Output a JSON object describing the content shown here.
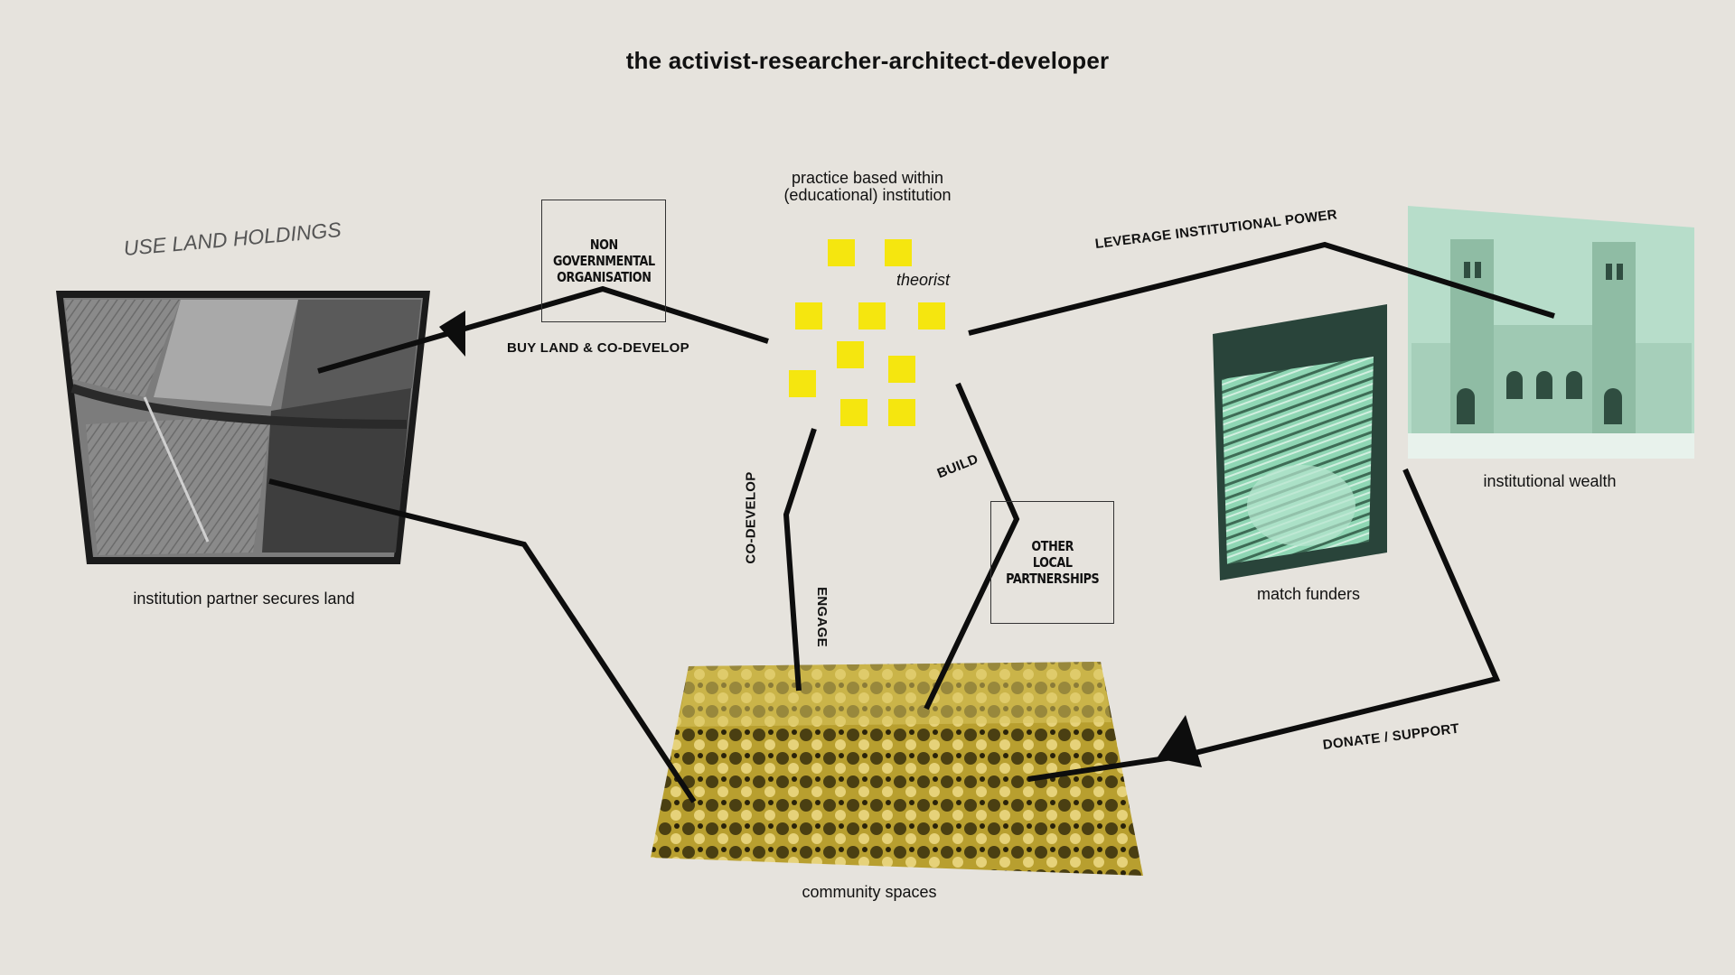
{
  "title": "the activist-researcher-architect-developer",
  "practice": {
    "line1": "practice based within",
    "line2": "(educational) institution"
  },
  "theorist": "theorist",
  "use_land_holdings": "USE LAND HOLDINGS",
  "ngo": {
    "line1": "NON",
    "line2": "GOVERNMENTAL",
    "line3": "ORGANISATION"
  },
  "olp": {
    "line1": "OTHER",
    "line2": "LOCAL",
    "line3": "PARTNERSHIPS"
  },
  "edges": {
    "buy_land": "BUY LAND  & CO-DEVELOP",
    "leverage": "LEVERAGE INSTITUTIONAL POWER",
    "co_develop": "CO-DEVELOP",
    "engage": "ENGAGE",
    "build": "BUILD",
    "donate": "DONATE / SUPPORT"
  },
  "captions": {
    "land": "institution partner secures land",
    "community": "community spaces",
    "funders": "match funders",
    "wealth": "institutional wealth"
  },
  "colors": {
    "background": "#e6e3dd",
    "squares": "#f5e60f",
    "line": "#0d0d0d",
    "community_tint": "#c8b33c",
    "funders_tint": "#8fd6b4",
    "wealth_tint": "#a9d8c1"
  }
}
